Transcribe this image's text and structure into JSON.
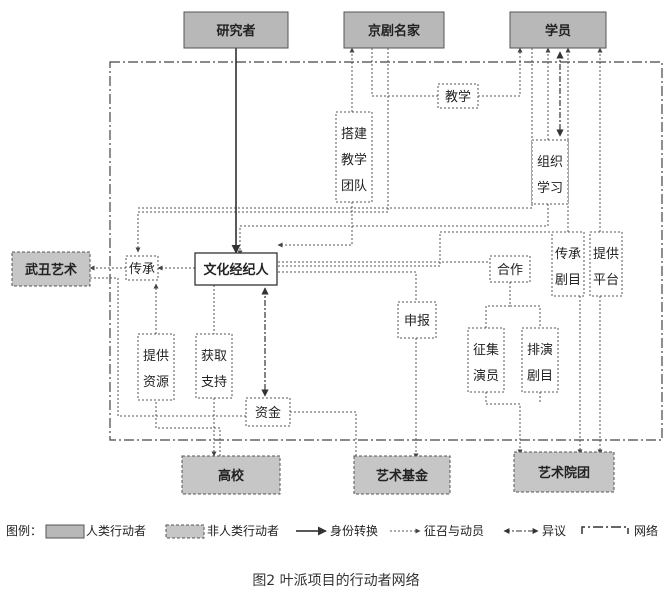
{
  "actors": {
    "researcher": "研究者",
    "opera_master": "京剧名家",
    "student": "学员",
    "wuchou_art": "武丑艺术",
    "university": "高校",
    "art_fund": "艺术基金",
    "art_troupe": "艺术院团",
    "culture_broker": "文化经纪人"
  },
  "nodes": {
    "teaching": "教学",
    "build_team": "搭建教学团队",
    "organize_learning": "组织学习",
    "inherit": "传承",
    "cooperate": "合作",
    "inherit_repertoire": "传承剧目",
    "provide_platform": "提供平台",
    "apply": "申报",
    "collect_actors": "征集演员",
    "rehearse_repertoire": "排演剧目",
    "provide_resources": "提供资源",
    "obtain_support": "获取支持",
    "funds": "资金"
  },
  "legend": {
    "prefix": "图例：",
    "human_actor": "人类行动者",
    "non_human_actor": "非人类行动者",
    "identity_change": "身份转换",
    "recruit_mobilize": "征召与动员",
    "objection": "异议",
    "network": "网络"
  },
  "caption": "图2 叶派项目的行动者网络",
  "colors": {
    "actor_fill": "#b8b8b8",
    "line": "#444444",
    "text": "#222222"
  }
}
